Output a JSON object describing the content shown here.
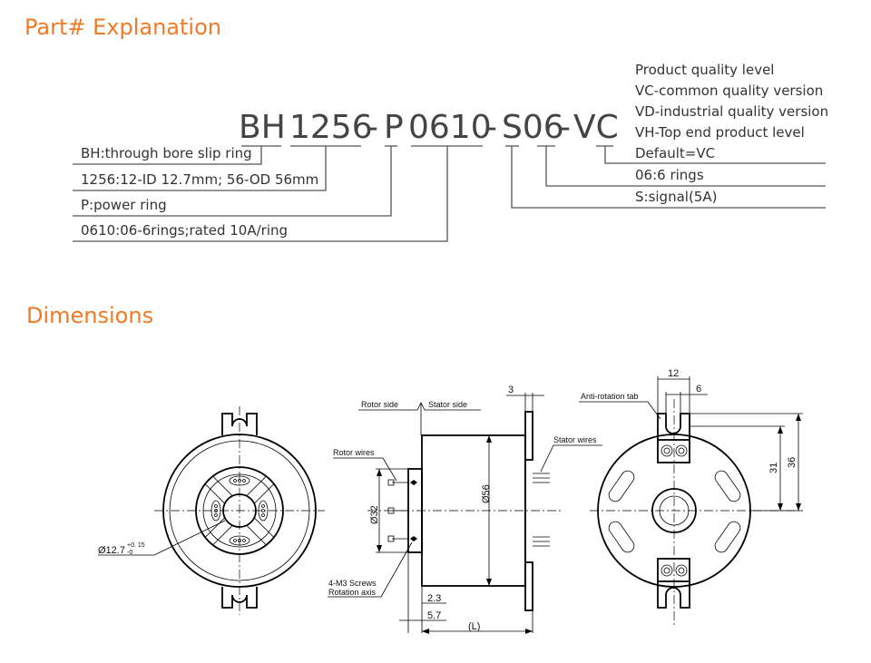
{
  "section1_title": "Part# Explanation",
  "section2_title": "Dimensions",
  "part_code": {
    "bh": "BH",
    "size": "1256",
    "sep1": "-",
    "p": "P",
    "power": "0610",
    "sep2": "-",
    "signal": "S06",
    "sep3": "-",
    "quality": "VC"
  },
  "left_explanations": [
    "BH:through bore slip ring",
    "1256:12-ID 12.7mm; 56-OD 56mm",
    "P:power ring",
    "0610:06-6rings;rated 10A/ring"
  ],
  "right_explanations": {
    "quality_lines": [
      "Product quality level",
      "VC-common quality version",
      "VD-industrial quality version",
      "VH-Top end product level",
      "Default=VC"
    ],
    "rings": "06:6 rings",
    "signal": "S:signal(5A)"
  },
  "drawing_labels": {
    "rotor_side": "Rotor side",
    "stator_side": "Stator side",
    "rotor_wires": "Rotor wires",
    "stator_wires": "Stator wires",
    "anti_rotation_tab": "Anti-rotation tab",
    "screws": "4-M3 Screws",
    "rotation_axis": "Rotation axis",
    "bore_dia": "Ø12.7",
    "bore_tol_upper": "+0. 15",
    "bore_tol_lower": "-0",
    "dia_32": "Ø32",
    "dia_56": "Ø56",
    "dim_3": "3",
    "dim_2_3": "2.3",
    "dim_5_7": "5.7",
    "dim_L": "(L)",
    "dim_12": "12",
    "dim_6": "6",
    "dim_31": "31",
    "dim_36": "36"
  }
}
